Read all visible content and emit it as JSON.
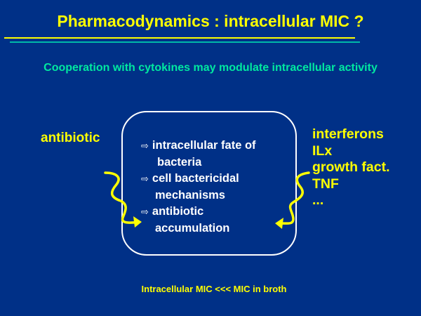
{
  "title": "Pharmacodynamics : intracellular MIC ?",
  "subtitle": "Cooperation with cytokines may modulate intracellular activity",
  "left_label": "antibiotic",
  "box_items": [
    {
      "line1": "intracellular fate of",
      "line2": "bacteria"
    },
    {
      "line1": "cell bactericidal",
      "line2": "mechanisms"
    },
    {
      "line1": "antibiotic",
      "line2": "accumulation"
    }
  ],
  "right_list": [
    "interferons",
    "ILx",
    "growth fact.",
    "TNF",
    "..."
  ],
  "footer": "Intracellular MIC <<< MIC in broth",
  "colors": {
    "background": "#003087",
    "title": "#ffff00",
    "subtitle": "#00e8a0",
    "text": "#ffffff"
  }
}
